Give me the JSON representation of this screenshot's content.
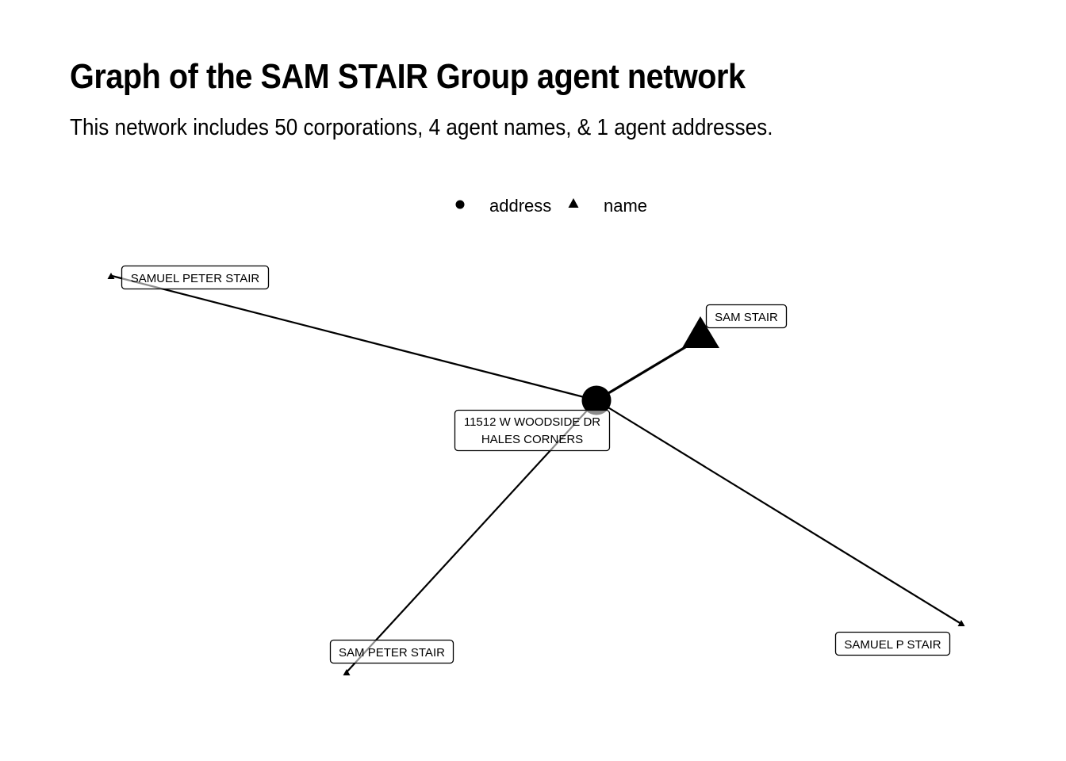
{
  "title": "Graph of the SAM STAIR Group agent network",
  "subtitle": "This network includes 50 corporations, 4 agent names, & 1 agent addresses.",
  "legend": {
    "address_label": "address",
    "name_label": "name"
  },
  "nodes": [
    {
      "id": "addr",
      "type": "address",
      "label_lines": [
        "11512 W WOODSIDE DR",
        "HALES CORNERS"
      ]
    },
    {
      "id": "sam_stair",
      "type": "name",
      "label_lines": [
        "SAM STAIR"
      ]
    },
    {
      "id": "samuel_peter_stair",
      "type": "name",
      "label_lines": [
        "SAMUEL PETER STAIR"
      ]
    },
    {
      "id": "sam_peter_stair",
      "type": "name",
      "label_lines": [
        "SAM PETER STAIR"
      ]
    },
    {
      "id": "samuel_p_stair",
      "type": "name",
      "label_lines": [
        "SAMUEL P STAIR"
      ]
    }
  ],
  "edges": [
    {
      "from": "addr",
      "to": "samuel_peter_stair"
    },
    {
      "from": "addr",
      "to": "sam_stair"
    },
    {
      "from": "addr",
      "to": "sam_peter_stair"
    },
    {
      "from": "addr",
      "to": "samuel_p_stair"
    }
  ]
}
